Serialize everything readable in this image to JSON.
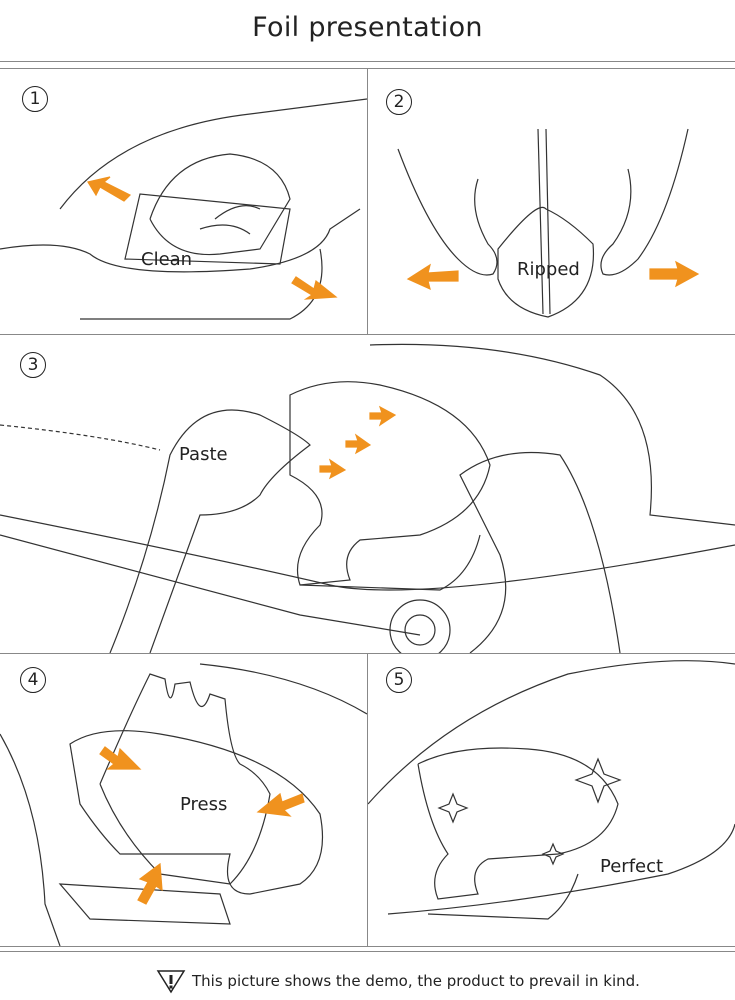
{
  "title": "Foil presentation",
  "accent_color": "#f0921e",
  "steps": [
    {
      "number": "1",
      "label": "Clean"
    },
    {
      "number": "2",
      "label": "Ripped"
    },
    {
      "number": "3",
      "label": "Paste"
    },
    {
      "number": "4",
      "label": "Press"
    },
    {
      "number": "5",
      "label": "Perfect"
    }
  ],
  "footer": {
    "icon": "warning-triangle-icon",
    "text": "This picture shows the demo, the product to prevail in kind."
  }
}
